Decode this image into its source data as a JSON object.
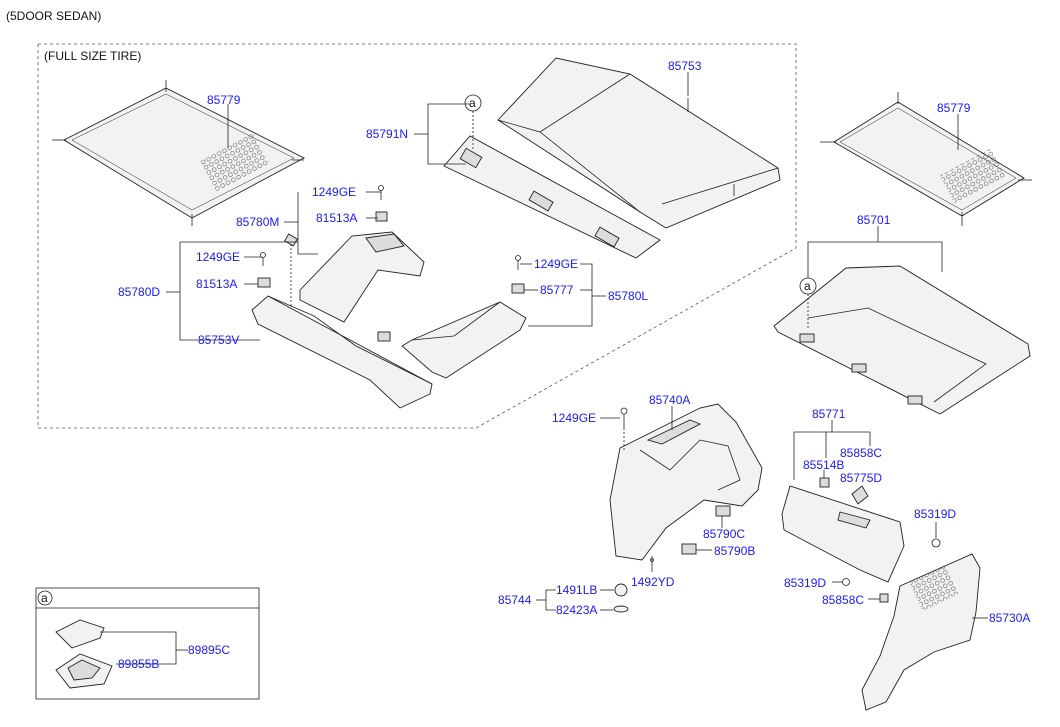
{
  "header": {
    "title": "(5DOOR SEDAN)",
    "group": "(FULL SIZE TIRE)"
  },
  "callout": "a",
  "parts": {
    "p85779_left": "85779",
    "p85753": "85753",
    "p85791N": "85791N",
    "p1249GE_1": "1249GE",
    "p85780M": "85780M",
    "p81513A_1": "81513A",
    "p1249GE_2": "1249GE",
    "p81513A_2": "81513A",
    "p85780D": "85780D",
    "p85753V": "85753V",
    "p1249GE_3": "1249GE",
    "p85777": "85777",
    "p85780L": "85780L",
    "p85779_right": "85779",
    "p85701": "85701",
    "p85740A": "85740A",
    "p1249GE_4": "1249GE",
    "p85771": "85771",
    "p85858C_1": "85858C",
    "p85514B": "85514B",
    "p85775D": "85775D",
    "p85790C": "85790C",
    "p85790B": "85790B",
    "p85319D_1": "85319D",
    "p85319D_2": "85319D",
    "p85858C_2": "85858C",
    "p85730A": "85730A",
    "p1492YD": "1492YD",
    "p1491LB": "1491LB",
    "p85744": "85744",
    "p82423A": "82423A",
    "p89895C": "89895C",
    "p89855B": "89855B"
  }
}
